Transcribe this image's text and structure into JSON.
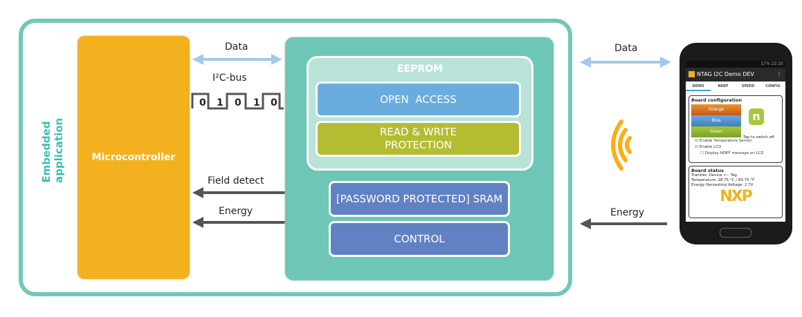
{
  "embedded_label": "Embedded application",
  "microcontroller": {
    "label": "Microcontroller"
  },
  "bus": {
    "data_label": "Data",
    "bus_label": "I²C-bus",
    "bits": [
      "0",
      "1",
      "0",
      "1",
      "0"
    ]
  },
  "chip": {
    "eeprom_title": "EEPROM",
    "open_access": "OPEN  ACCESS",
    "rw_protection_line1": "READ & WRITE",
    "rw_protection_line2": "PROTECTION",
    "sram": "[PASSWORD PROTECTED] SRAM",
    "control": "CONTROL"
  },
  "arrows": {
    "field_detect": "Field detect",
    "energy_left": "Energy",
    "data_right": "Data",
    "energy_right": "Energy"
  },
  "phone": {
    "status_text": "17% 22:25",
    "app_title": "NTAG I2C Demo DEV",
    "tabs": [
      "DEMO",
      "NDEF",
      "SPEED",
      "CONFIG"
    ],
    "board_config_title": "Board configuration",
    "buttons": [
      "Orange",
      "Blue",
      "Green"
    ],
    "tap_hint": "Tap to switch off",
    "checkboxes": [
      {
        "label": "Enable Temperature Sensor",
        "checked": true
      },
      {
        "label": "Enable LCD",
        "checked": true
      },
      {
        "label": "Display NDEF message on LCD",
        "checked": false
      }
    ],
    "board_status_title": "Board status",
    "status_lines": [
      "Transfer: Device <-- Tag",
      "Temperature: 28.75 °C / 83.75 °F",
      "Energy Harvesting Voltage: 2.7V"
    ],
    "logo": "NXP"
  },
  "colors": {
    "teal": "#72c8b7",
    "orange": "#f4b11f",
    "blue": "#6aacde",
    "green": "#b4bd32",
    "indigo": "#6082c2"
  }
}
